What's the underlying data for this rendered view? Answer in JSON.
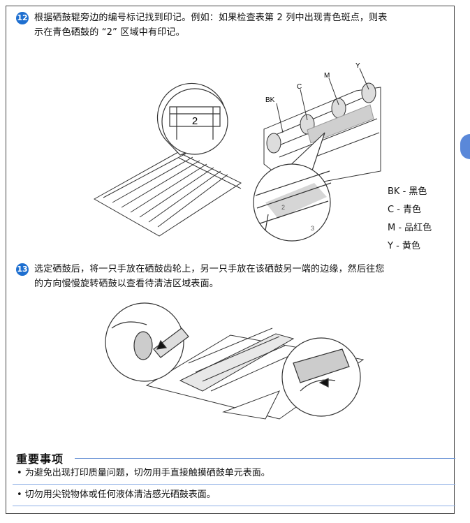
{
  "step12": {
    "number": "12",
    "line1": "根据硒鼓辊旁边的编号标记找到印记。例如：如果检查表第 2 列中出现青色斑点，则表",
    "line2": "示在青色硒鼓的 “2” 区域中有印记。"
  },
  "figure1": {
    "magnified_number": "2",
    "callouts": {
      "bk": "BK",
      "c": "C",
      "m": "M",
      "y": "Y"
    },
    "roller_marks": [
      "2",
      "3"
    ],
    "legend": [
      "BK - 黑色",
      "C - 青色",
      "M - 品红色",
      "Y - 黄色"
    ]
  },
  "step13": {
    "number": "13",
    "line1": "选定硒鼓后，将一只手放在硒鼓齿轮上，另一只手放在该硒鼓另一端的边缘，然后往您",
    "line2": "的方向慢慢旋转硒鼓以查看待清洁区域表面。"
  },
  "important": {
    "title": "重要事项",
    "items": [
      "• 为避免出现打印质量问题，切勿用手直接触摸硒鼓单元表面。",
      "• 切勿用尖锐物体或任何液体清洁感光硒鼓表面。"
    ]
  },
  "colors": {
    "accent": "#1e6fd0",
    "rule": "#6a93d6",
    "tab": "#5a88d9"
  }
}
